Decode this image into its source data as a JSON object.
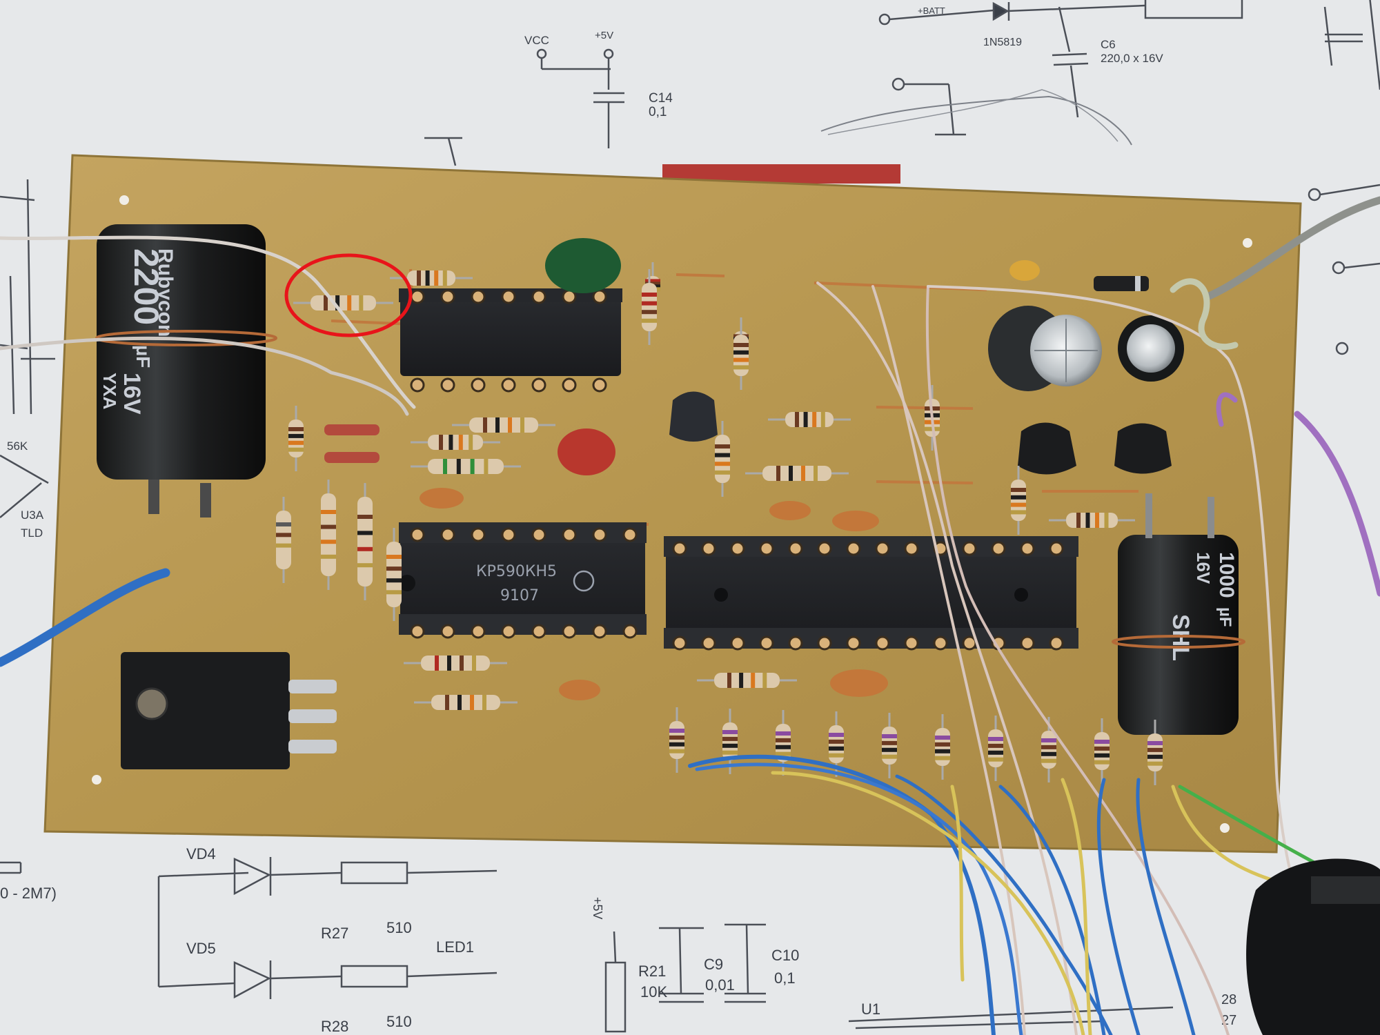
{
  "schematic": {
    "vcc": "VCC",
    "plus5v": "+5V",
    "c14_name": "C14",
    "c14_value": "0,1",
    "vd_1n5819": "1N5819",
    "c6_name": "C6",
    "c6_value": "220,0 x 16V",
    "plus_batt": "+BATT",
    "r56k": "56K",
    "u3a": "U3A",
    "tld": "TLD",
    "vd4": "VD4",
    "range_2m7": "0 - 2M7)",
    "vd5": "VD5",
    "r27_name": "R27",
    "r27_value": "510",
    "led1": "LED1",
    "r28_name": "R28",
    "r28_value": "510",
    "r21_name": "R21",
    "r21_value": "10K",
    "c9_name": "C9",
    "c9_value": "0,01",
    "c10_name": "C10",
    "c10_value": "0,1",
    "u1": "U1",
    "plus5v_vertical": "+5V",
    "pin28": "28",
    "pin27": "27"
  },
  "board": {
    "chip_u2_part": "КР590КН5",
    "chip_u2_date": "9107",
    "cap_big_brand": "Rubycon",
    "cap_big_value": "2200",
    "cap_big_unit": "µF",
    "cap_big_voltage": "16V",
    "cap_big_series": "YXA",
    "cap_right_value": "1000",
    "cap_right_unit": "µF",
    "cap_right_voltage": "16V",
    "cap_right_brand": "SHL"
  },
  "colors": {
    "board": "#b89a52",
    "annotation": "#e8141a",
    "wire_blue": "#2f6fc4",
    "wire_yellow": "#d8c35a",
    "wire_purple": "#a070c0",
    "wire_white": "#d8d2cc"
  }
}
